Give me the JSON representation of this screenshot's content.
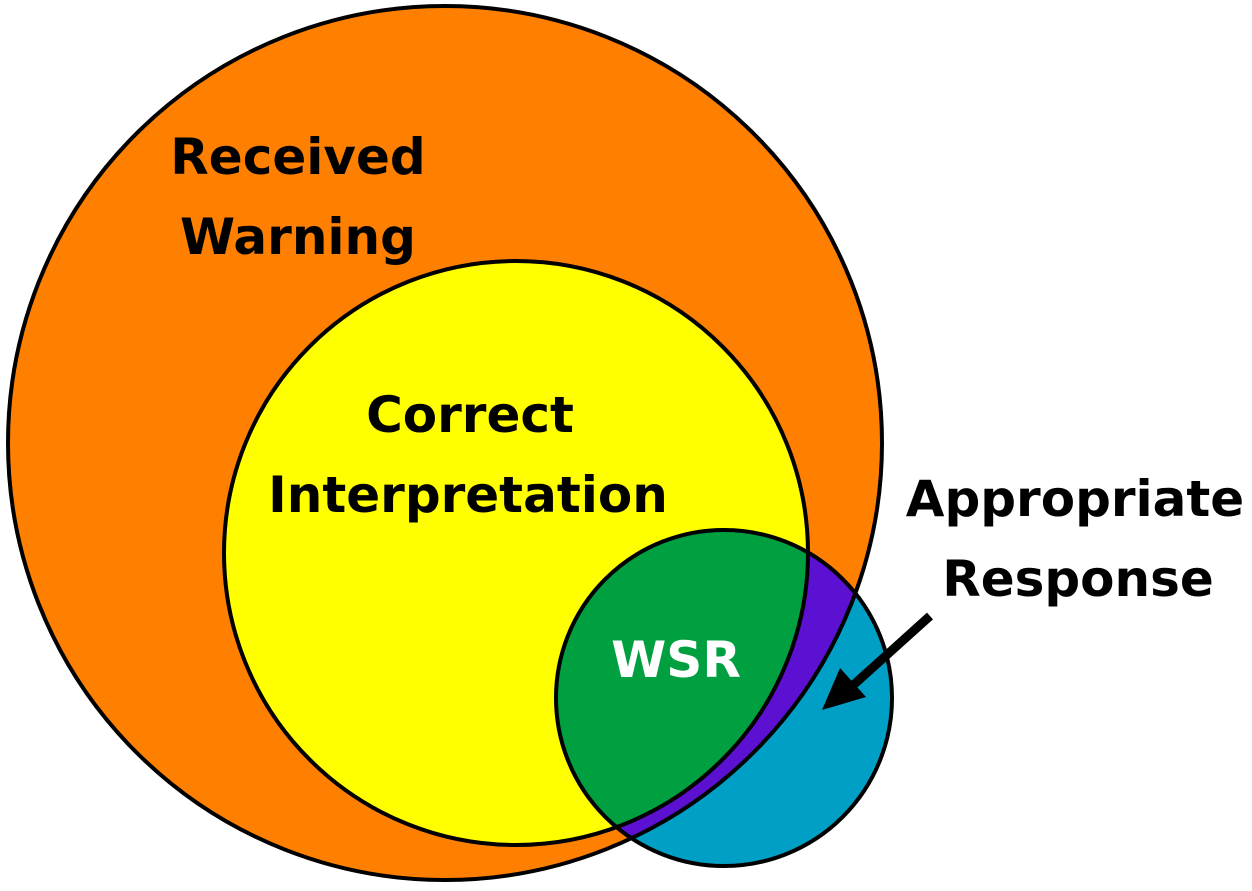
{
  "diagram": {
    "received_warning": {
      "line1": "Received",
      "line2": "Warning",
      "color": "#FF7F00"
    },
    "correct_interpretation": {
      "line1": "Correct",
      "line2": "Interpretation",
      "color": "#FFFF00"
    },
    "appropriate_response": {
      "line1": "Appropriate",
      "line2": "Response",
      "color": "#00A0C6"
    },
    "wsr": {
      "label": "WSR",
      "color": "#00A040"
    },
    "overlap_color": "#5B10D2",
    "outline_color": "#000000",
    "arrow_icon": "arrow-pointer-icon"
  }
}
